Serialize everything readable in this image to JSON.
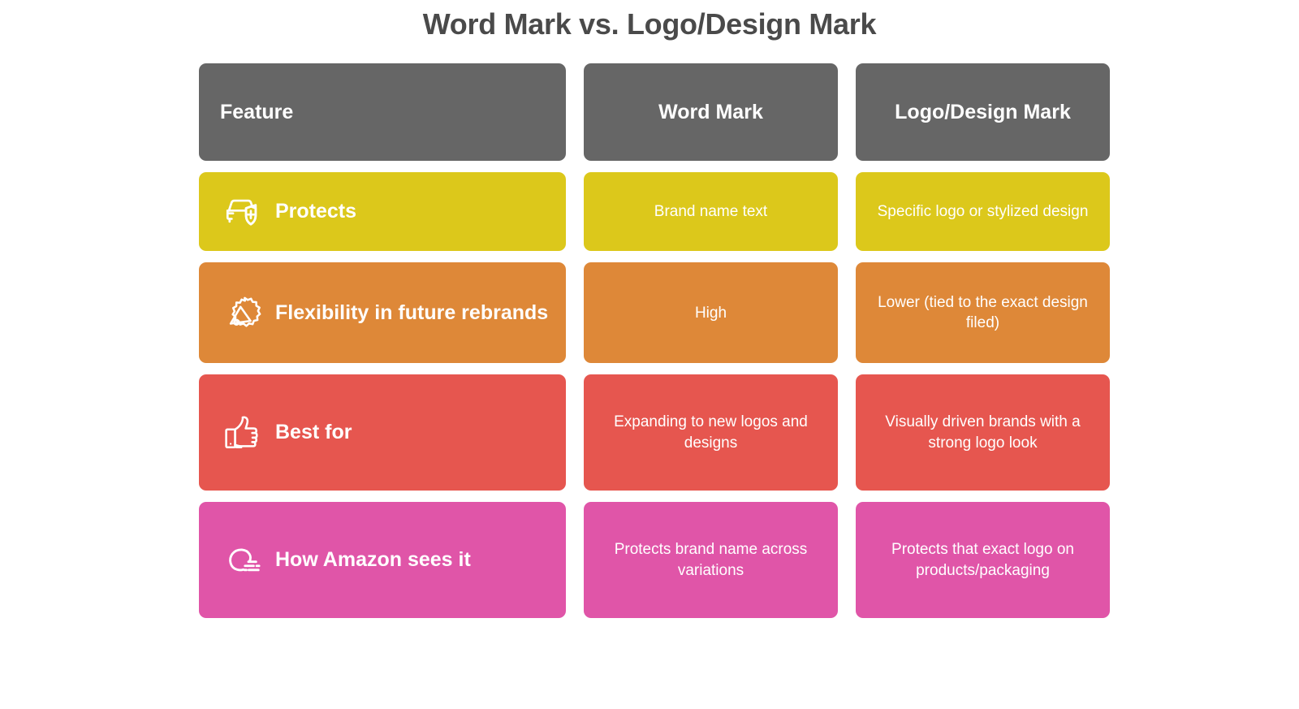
{
  "title": "Word Mark vs. Logo/Design Mark",
  "colors": {
    "header_gray": "#666666",
    "row_yellow": "#dcc81b",
    "row_orange": "#de8838",
    "row_red": "#e6564f",
    "row_pink": "#e055a8",
    "title_text": "#4a4a4a",
    "cell_text": "#ffffff",
    "background": "#ffffff"
  },
  "table": {
    "header": {
      "feature": "Feature",
      "word_mark": "Word Mark",
      "logo_design_mark": "Logo/Design Mark"
    },
    "rows": [
      {
        "icon": "car-shield-plus-icon",
        "feature": "Protects",
        "word_mark": "Brand name text",
        "logo_design_mark": "Specific logo or stylized design"
      },
      {
        "icon": "gear-arrow-icon",
        "feature": "Flexibility in future rebrands",
        "word_mark": "High",
        "logo_design_mark": "Lower (tied to the exact design filed)"
      },
      {
        "icon": "thumbs-up-icon",
        "feature": "Best for",
        "word_mark": "Expanding to new logos and designs",
        "logo_design_mark": "Visually driven brands with a strong logo look"
      },
      {
        "icon": "cloud-lines-icon",
        "feature": "How Amazon sees it",
        "word_mark": "Protects brand name across variations",
        "logo_design_mark": "Protects that exact logo on products/packaging"
      }
    ]
  }
}
